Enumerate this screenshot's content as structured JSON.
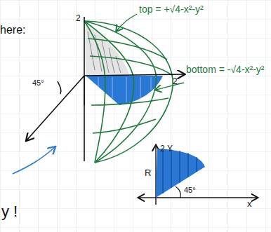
{
  "diagram": {
    "labels": [
      "here:",
      "2",
      "top = +√4-x²-y²",
      "2",
      "bottom = -√4-x²-y²",
      "45°",
      "2",
      "Y",
      "R",
      "45°",
      "x",
      "y !"
    ]
  }
}
